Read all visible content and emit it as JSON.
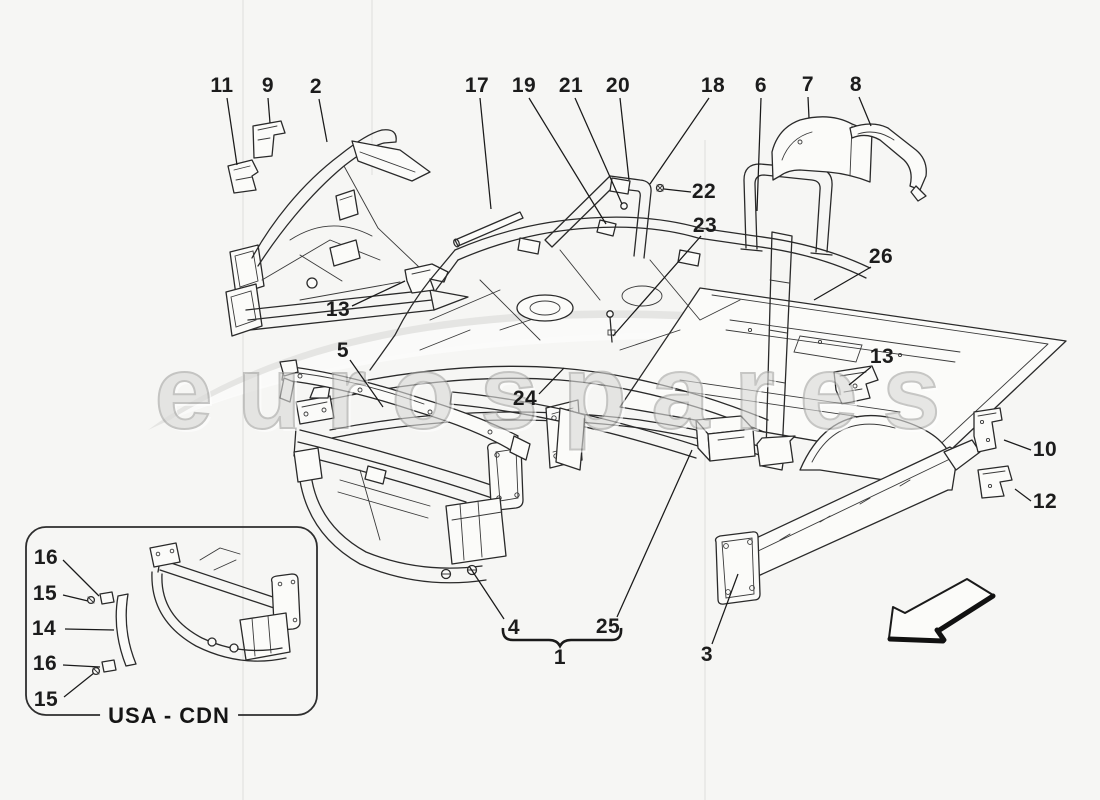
{
  "watermark": {
    "text": "eurospares"
  },
  "inset": {
    "label": "USA - CDN"
  },
  "callouts": {
    "c11": {
      "text": "11"
    },
    "c9": {
      "text": "9"
    },
    "c2": {
      "text": "2"
    },
    "c17": {
      "text": "17"
    },
    "c19": {
      "text": "19"
    },
    "c21": {
      "text": "21"
    },
    "c20": {
      "text": "20"
    },
    "c18": {
      "text": "18"
    },
    "c6": {
      "text": "6"
    },
    "c7": {
      "text": "7"
    },
    "c8": {
      "text": "8"
    },
    "c22": {
      "text": "22"
    },
    "c23": {
      "text": "23"
    },
    "c26": {
      "text": "26"
    },
    "c13a": {
      "text": "13"
    },
    "c5": {
      "text": "5"
    },
    "c24": {
      "text": "24"
    },
    "c13b": {
      "text": "13"
    },
    "c10": {
      "text": "10"
    },
    "c12": {
      "text": "12"
    },
    "c16a": {
      "text": "16"
    },
    "c15a": {
      "text": "15"
    },
    "c14": {
      "text": "14"
    },
    "c16b": {
      "text": "16"
    },
    "c15b": {
      "text": "15"
    },
    "c4": {
      "text": "4"
    },
    "c25": {
      "text": "25"
    },
    "c1": {
      "text": "1"
    },
    "c3": {
      "text": "3"
    }
  },
  "colors": {
    "background": "#f6f6f4",
    "line": "#2a2a2a",
    "label": "#1c1c1c",
    "watermark_fill": "#dadad8",
    "watermark_outline": "#a6a6a4",
    "swoosh": "#e3e3e1"
  }
}
